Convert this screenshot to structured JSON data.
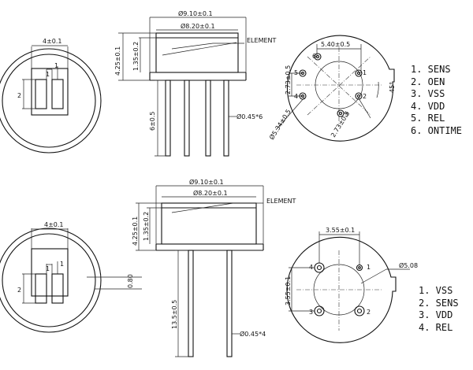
{
  "top": {
    "dims": {
      "pitch_4": "4±0.1",
      "pad_1a": "1",
      "pad_1b": "1",
      "pad_2": "2",
      "outer_dia": "Ø9.10±0.1",
      "inner_dia": "Ø8.20±0.1",
      "element": "ELEMENT",
      "height_total": "4.25±0.1",
      "height_cap": "1.35±0.2",
      "pin_len": "6±0.5",
      "pin_dia": "Ø0.45*6",
      "pin_span": "5.40±0.5",
      "left_pitch": "2.73±0.5",
      "pcd": "Ø5.34±0.5",
      "right_pitch": "2.73±0.5",
      "tab_angle": "45°"
    },
    "pins": [
      "6",
      "5",
      "1",
      "4",
      "2",
      "3"
    ],
    "pin_list": [
      "1. SENS",
      "2. OEN",
      "3. VSS",
      "4. VDD",
      "5. REL",
      "6. ONTIME"
    ]
  },
  "bottom": {
    "dims": {
      "pitch_4": "4±0.1",
      "pad_1a": "1",
      "pad_1b": "1",
      "pad_2": "2",
      "side_080": "0.80",
      "outer_dia": "Ø9.10±0.1",
      "inner_dia": "Ø8.20±0.1",
      "element": "ELEMENT",
      "height_total": "4.25±0.1",
      "height_cap": "1.35±0.2",
      "pin_len": "13.5±0.5",
      "pin_dia": "Ø0.45*4",
      "pin_span": "3.55±0.1",
      "left_pitch": "3.55±0.1",
      "hole_dia": "Ø5.08"
    },
    "pins": [
      "1",
      "4",
      "3",
      "2"
    ],
    "pin_list": [
      "1. VSS",
      "2. SENS",
      "3. VDD",
      "4. REL"
    ]
  }
}
